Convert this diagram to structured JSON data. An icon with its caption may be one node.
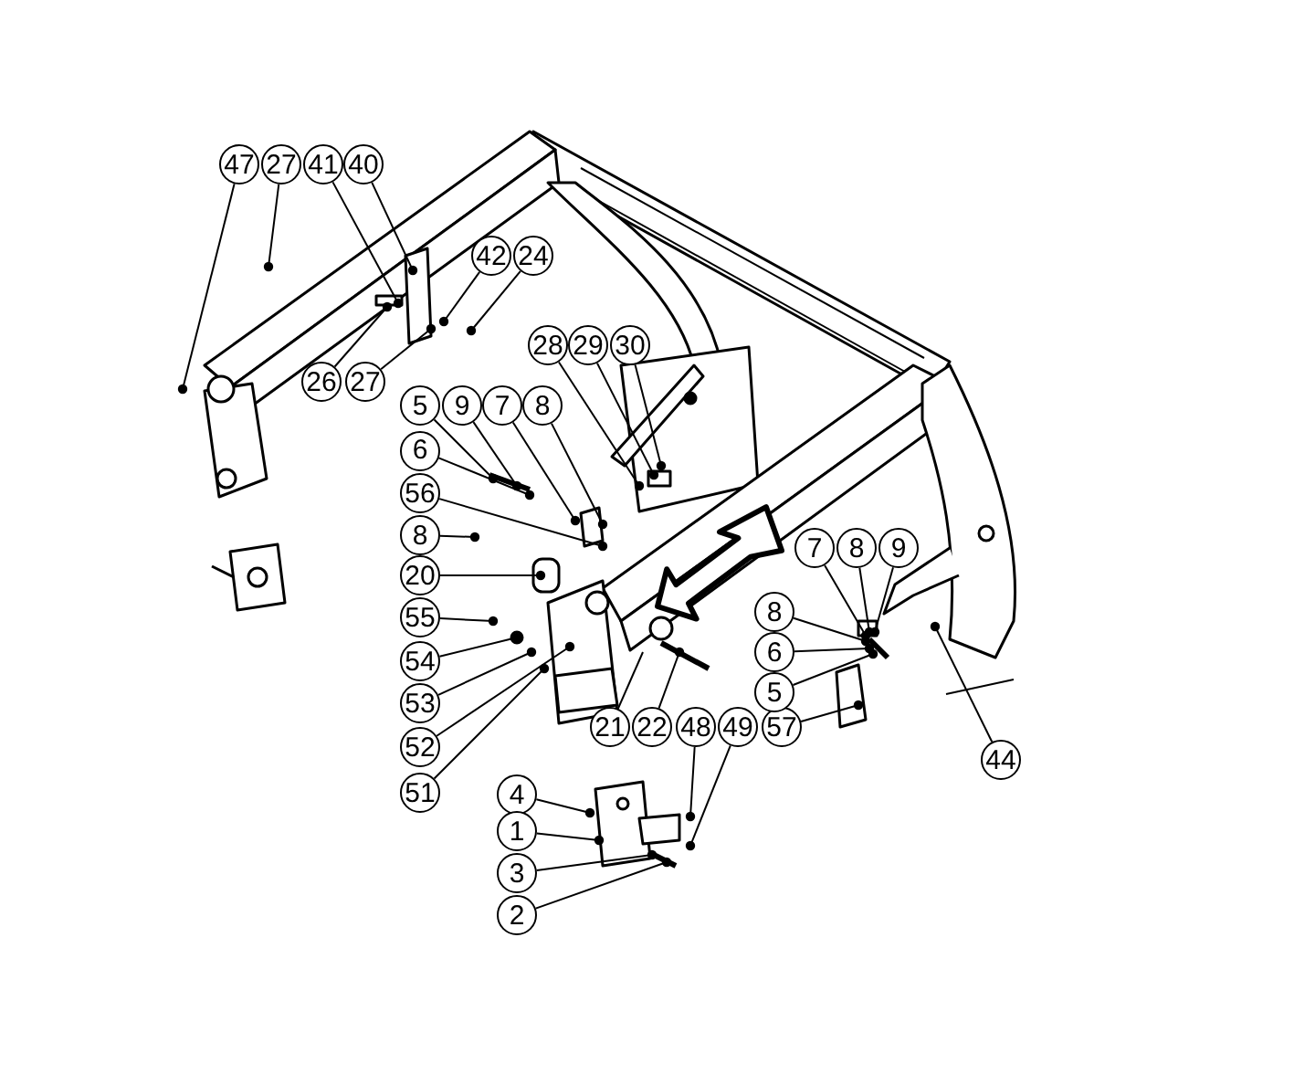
{
  "diagram": {
    "nodes": [
      {
        "text": [
          "47"
        ]
      },
      {
        "text": [
          "27"
        ]
      },
      {
        "text": [
          "41"
        ]
      },
      {
        "text": [
          "40"
        ]
      },
      {
        "text": [
          "42"
        ]
      },
      {
        "text": [
          "24"
        ]
      },
      {
        "text": [
          "26"
        ]
      },
      {
        "text": [
          "27"
        ]
      },
      {
        "text": [
          "28"
        ]
      },
      {
        "text": [
          "29"
        ]
      },
      {
        "text": [
          "30"
        ]
      },
      {
        "text": [
          "5"
        ]
      },
      {
        "text": [
          "9"
        ]
      },
      {
        "text": [
          "7"
        ]
      },
      {
        "text": [
          "8"
        ]
      },
      {
        "text": [
          "6"
        ]
      },
      {
        "text": [
          "56"
        ]
      },
      {
        "text": [
          "8"
        ]
      },
      {
        "text": [
          "20"
        ]
      },
      {
        "text": [
          "55"
        ]
      },
      {
        "text": [
          "54"
        ]
      },
      {
        "text": [
          "53"
        ]
      },
      {
        "text": [
          "52"
        ]
      },
      {
        "text": [
          "51"
        ]
      },
      {
        "text": [
          "21"
        ]
      },
      {
        "text": [
          "22"
        ]
      },
      {
        "text": [
          "48"
        ]
      },
      {
        "text": [
          "49"
        ]
      },
      {
        "text": [
          "57"
        ]
      },
      {
        "text": [
          "7"
        ]
      },
      {
        "text": [
          "8"
        ]
      },
      {
        "text": [
          "9"
        ]
      },
      {
        "text": [
          "8"
        ]
      },
      {
        "text": [
          "6"
        ]
      },
      {
        "text": [
          "5"
        ]
      },
      {
        "text": [
          "44"
        ]
      },
      {
        "text": [
          "4"
        ]
      },
      {
        "text": [
          "1"
        ]
      },
      {
        "text": [
          "3"
        ]
      },
      {
        "text": [
          "2"
        ]
      }
    ],
    "edges": [
      {
        "from": 0,
        "to": null,
        "arrow": "other"
      },
      {
        "from": 1,
        "to": null,
        "arrow": "other"
      },
      {
        "from": 2,
        "to": null,
        "arrow": "other"
      },
      {
        "from": 3,
        "to": null,
        "arrow": "other"
      },
      {
        "from": 4,
        "to": null,
        "arrow": "other"
      },
      {
        "from": 5,
        "to": null,
        "arrow": "other"
      },
      {
        "from": 6,
        "to": null,
        "arrow": "other"
      },
      {
        "from": 7,
        "to": null,
        "arrow": "other"
      },
      {
        "from": 8,
        "to": null,
        "arrow": "other"
      },
      {
        "from": 9,
        "to": null,
        "arrow": "other"
      },
      {
        "from": 10,
        "to": null,
        "arrow": "other"
      },
      {
        "from": 11,
        "to": null,
        "arrow": "other"
      },
      {
        "from": 12,
        "to": null,
        "arrow": "other"
      },
      {
        "from": 13,
        "to": null,
        "arrow": "other"
      },
      {
        "from": 14,
        "to": null,
        "arrow": "other"
      },
      {
        "from": 15,
        "to": null,
        "arrow": "other"
      },
      {
        "from": 16,
        "to": null,
        "arrow": "other"
      },
      {
        "from": 17,
        "to": null,
        "arrow": "other"
      },
      {
        "from": 18,
        "to": null,
        "arrow": "other"
      },
      {
        "from": 19,
        "to": null,
        "arrow": "other"
      },
      {
        "from": 20,
        "to": null,
        "arrow": "other"
      },
      {
        "from": 21,
        "to": null,
        "arrow": "other"
      },
      {
        "from": 22,
        "to": null,
        "arrow": "other"
      },
      {
        "from": 23,
        "to": null,
        "arrow": "other"
      },
      {
        "from": 24,
        "to": null,
        "arrow": "none"
      },
      {
        "from": 25,
        "to": null,
        "arrow": "other"
      },
      {
        "from": 26,
        "to": null,
        "arrow": "other"
      },
      {
        "from": 27,
        "to": null,
        "arrow": "other"
      },
      {
        "from": 28,
        "to": null,
        "arrow": "other"
      },
      {
        "from": 29,
        "to": null,
        "arrow": "other"
      },
      {
        "from": 30,
        "to": null,
        "arrow": "other"
      },
      {
        "from": 31,
        "to": null,
        "arrow": "other"
      },
      {
        "from": 32,
        "to": null,
        "arrow": "other"
      },
      {
        "from": 33,
        "to": null,
        "arrow": "other"
      },
      {
        "from": 34,
        "to": null,
        "arrow": "other"
      },
      {
        "from": 35,
        "to": null,
        "arrow": "other"
      },
      {
        "from": 36,
        "to": null,
        "arrow": "other"
      },
      {
        "from": 37,
        "to": null,
        "arrow": "other"
      },
      {
        "from": 38,
        "to": null,
        "arrow": "other"
      },
      {
        "from": 39,
        "to": null,
        "arrow": "other"
      }
    ]
  }
}
